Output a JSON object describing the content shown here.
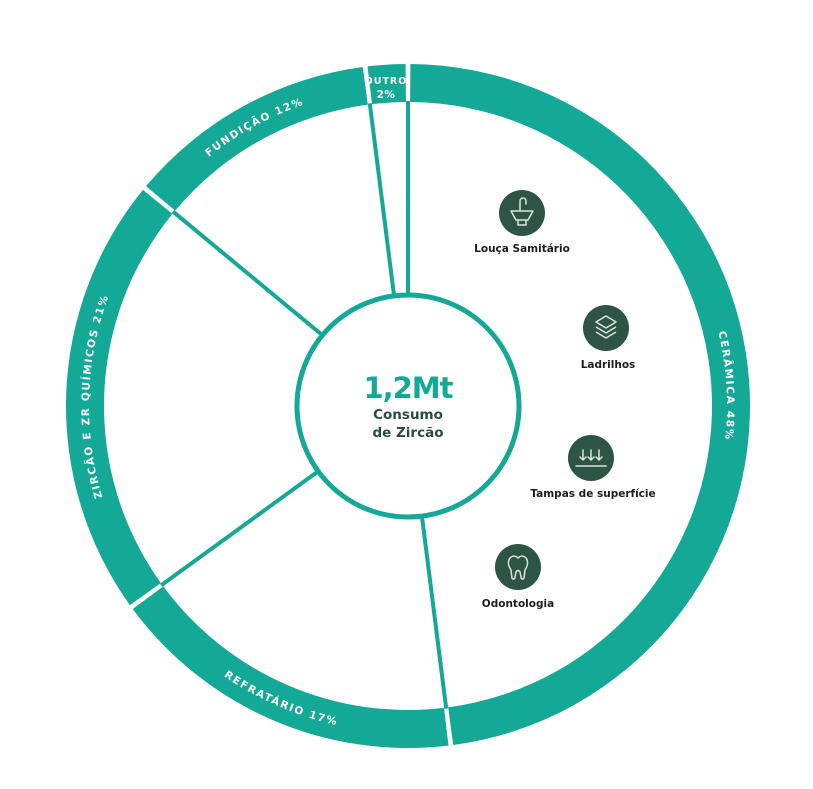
{
  "colors": {
    "ring": "#14A896",
    "icon_bg": "#2E5446",
    "center_sub": "#2D4A3E",
    "label": "#1D1D1D"
  },
  "chart_data": {
    "type": "pie",
    "title": "",
    "center": {
      "value": "1,2Mt",
      "line1": "Consumo",
      "line2": "de Zircão"
    },
    "segments": [
      {
        "label": "CERÂMICA 48%",
        "name": "CERÂMICA",
        "value": 48
      },
      {
        "label": "REFRATÁRIO 17%",
        "name": "REFRATÁRIO",
        "value": 17
      },
      {
        "label": "ZIRCÃO E ZR QUÍMICOS 21%",
        "name": "ZIRCÃO E ZR QUÍMICOS",
        "value": 21
      },
      {
        "label": "FUNDIÇÃO 12%",
        "name": "FUNDIÇÃO",
        "value": 12
      },
      {
        "label_line1": "OUTRO",
        "label_line2": "2%",
        "name": "OUTRO",
        "value": 2
      }
    ],
    "applications": [
      {
        "label": "Louça Samitário",
        "icon": "sink-icon"
      },
      {
        "label": "Ladrilhos",
        "icon": "layers-icon"
      },
      {
        "label": "Tampas de superfície",
        "icon": "surface-arrows-icon"
      },
      {
        "label": "Odontologia",
        "icon": "tooth-icon"
      }
    ]
  }
}
